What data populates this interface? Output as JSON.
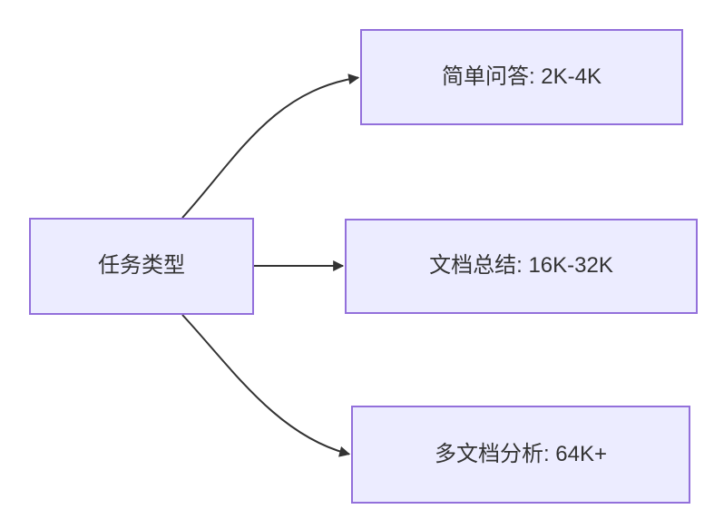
{
  "diagram": {
    "type": "flowchart",
    "direction": "left-to-right",
    "center": {
      "id": "task-type",
      "label": "任务类型"
    },
    "targets": [
      {
        "id": "simple-qa",
        "label": "简单问答: 2K-4K"
      },
      {
        "id": "doc-summary",
        "label": "文档总结: 16K-32K"
      },
      {
        "id": "multi-doc-analysis",
        "label": "多文档分析: 64K+"
      }
    ],
    "edges": [
      {
        "from": "task-type",
        "to": "simple-qa"
      },
      {
        "from": "task-type",
        "to": "doc-summary"
      },
      {
        "from": "task-type",
        "to": "multi-doc-analysis"
      }
    ]
  },
  "colors": {
    "node_fill": "#ECECFF",
    "node_border": "#9370DB",
    "arrow": "#333333",
    "text": "#333333",
    "background": "#FFFFFF"
  }
}
